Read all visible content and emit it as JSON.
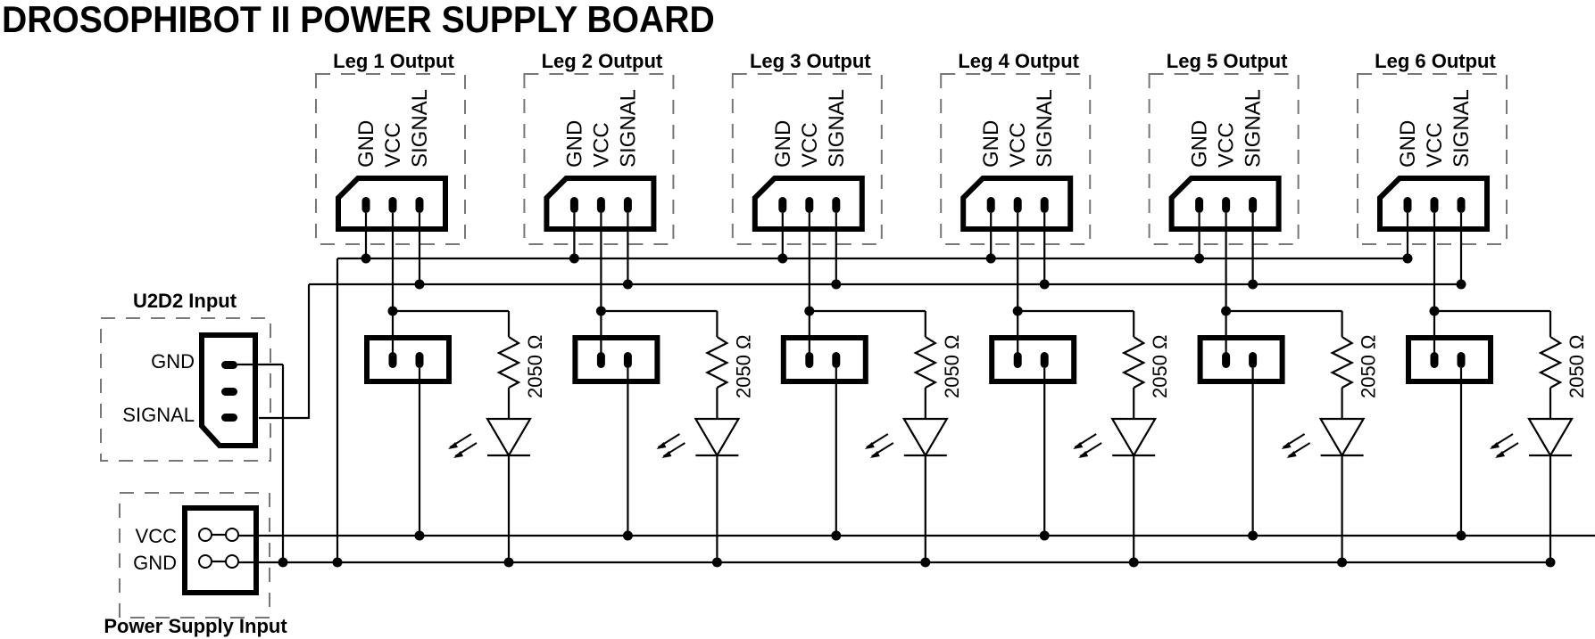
{
  "title": "DROSOPHIBOT II POWER SUPPLY BOARD",
  "legs": [
    {
      "label": "Leg 1 Output",
      "pins": [
        "GND",
        "VCC",
        "SIGNAL"
      ],
      "resistor": "2050 Ω"
    },
    {
      "label": "Leg 2 Output",
      "pins": [
        "GND",
        "VCC",
        "SIGNAL"
      ],
      "resistor": "2050 Ω"
    },
    {
      "label": "Leg 3 Output",
      "pins": [
        "GND",
        "VCC",
        "SIGNAL"
      ],
      "resistor": "2050 Ω"
    },
    {
      "label": "Leg 4 Output",
      "pins": [
        "GND",
        "VCC",
        "SIGNAL"
      ],
      "resistor": "2050 Ω"
    },
    {
      "label": "Leg 5 Output",
      "pins": [
        "GND",
        "VCC",
        "SIGNAL"
      ],
      "resistor": "2050 Ω"
    },
    {
      "label": "Leg 6 Output",
      "pins": [
        "GND",
        "VCC",
        "SIGNAL"
      ],
      "resistor": "2050 Ω"
    }
  ],
  "u2d2": {
    "label": "U2D2 Input",
    "pins": [
      "GND",
      "SIGNAL"
    ]
  },
  "power": {
    "label": "Power Supply Input",
    "pins": [
      "VCC",
      "GND"
    ]
  }
}
